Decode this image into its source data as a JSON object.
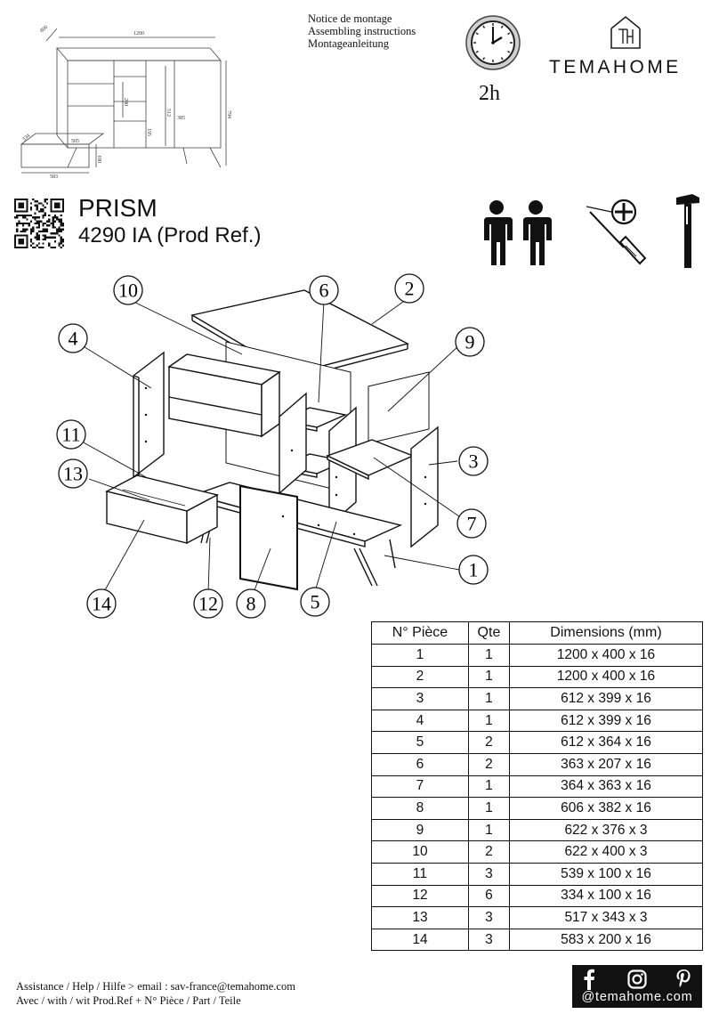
{
  "header": {
    "instructions": [
      "Notice de montage",
      "Assembling instructions",
      "Montageanleitung"
    ],
    "assembly_time": "2h",
    "brand": "TEMAHOME",
    "logo_letters": "TH"
  },
  "overview_dimensions": [
    "1200",
    "800",
    "794",
    "512",
    "200",
    "385",
    "195",
    "334",
    "505",
    "583",
    "100"
  ],
  "product": {
    "name": "PRISM",
    "reference": "4290 IA (Prod Ref.)"
  },
  "tools": {
    "people_count": 2,
    "icons": [
      "two-people-icon",
      "phillips-screwdriver-icon",
      "hammer-icon"
    ]
  },
  "callouts": [
    "10",
    "6",
    "2",
    "4",
    "9",
    "11",
    "3",
    "13",
    "7",
    "1",
    "14",
    "12",
    "8",
    "5"
  ],
  "parts_table": {
    "headers": [
      "N° Pièce",
      "Qte",
      "Dimensions (mm)"
    ],
    "rows": [
      {
        "piece": "1",
        "qty": "1",
        "dims": "1200 x 400 x 16"
      },
      {
        "piece": "2",
        "qty": "1",
        "dims": "1200 x 400 x 16"
      },
      {
        "piece": "3",
        "qty": "1",
        "dims": "612 x 399 x 16"
      },
      {
        "piece": "4",
        "qty": "1",
        "dims": "612 x 399 x 16"
      },
      {
        "piece": "5",
        "qty": "2",
        "dims": "612 x 364 x 16"
      },
      {
        "piece": "6",
        "qty": "2",
        "dims": "363 x 207 x 16"
      },
      {
        "piece": "7",
        "qty": "1",
        "dims": "364 x 363 x 16"
      },
      {
        "piece": "8",
        "qty": "1",
        "dims": "606 x 382 x 16"
      },
      {
        "piece": "9",
        "qty": "1",
        "dims": "622 x 376 x 3"
      },
      {
        "piece": "10",
        "qty": "2",
        "dims": "622 x 400 x 3"
      },
      {
        "piece": "11",
        "qty": "3",
        "dims": "539 x 100 x 16"
      },
      {
        "piece": "12",
        "qty": "6",
        "dims": "334 x 100 x 16"
      },
      {
        "piece": "13",
        "qty": "3",
        "dims": "517 x 343 x 3"
      },
      {
        "piece": "14",
        "qty": "3",
        "dims": "583 x 200 x 16"
      }
    ]
  },
  "footer": {
    "assistance_line1": "Assistance / Help / Hilfe > email : sav-france@temahome.com",
    "assistance_line2": "Avec / with / wit  Prod.Ref + N° Pièce / Part / Teile",
    "social_handle": "@temahome.com",
    "social_icons": [
      "facebook-icon",
      "instagram-icon",
      "pinterest-icon"
    ]
  }
}
